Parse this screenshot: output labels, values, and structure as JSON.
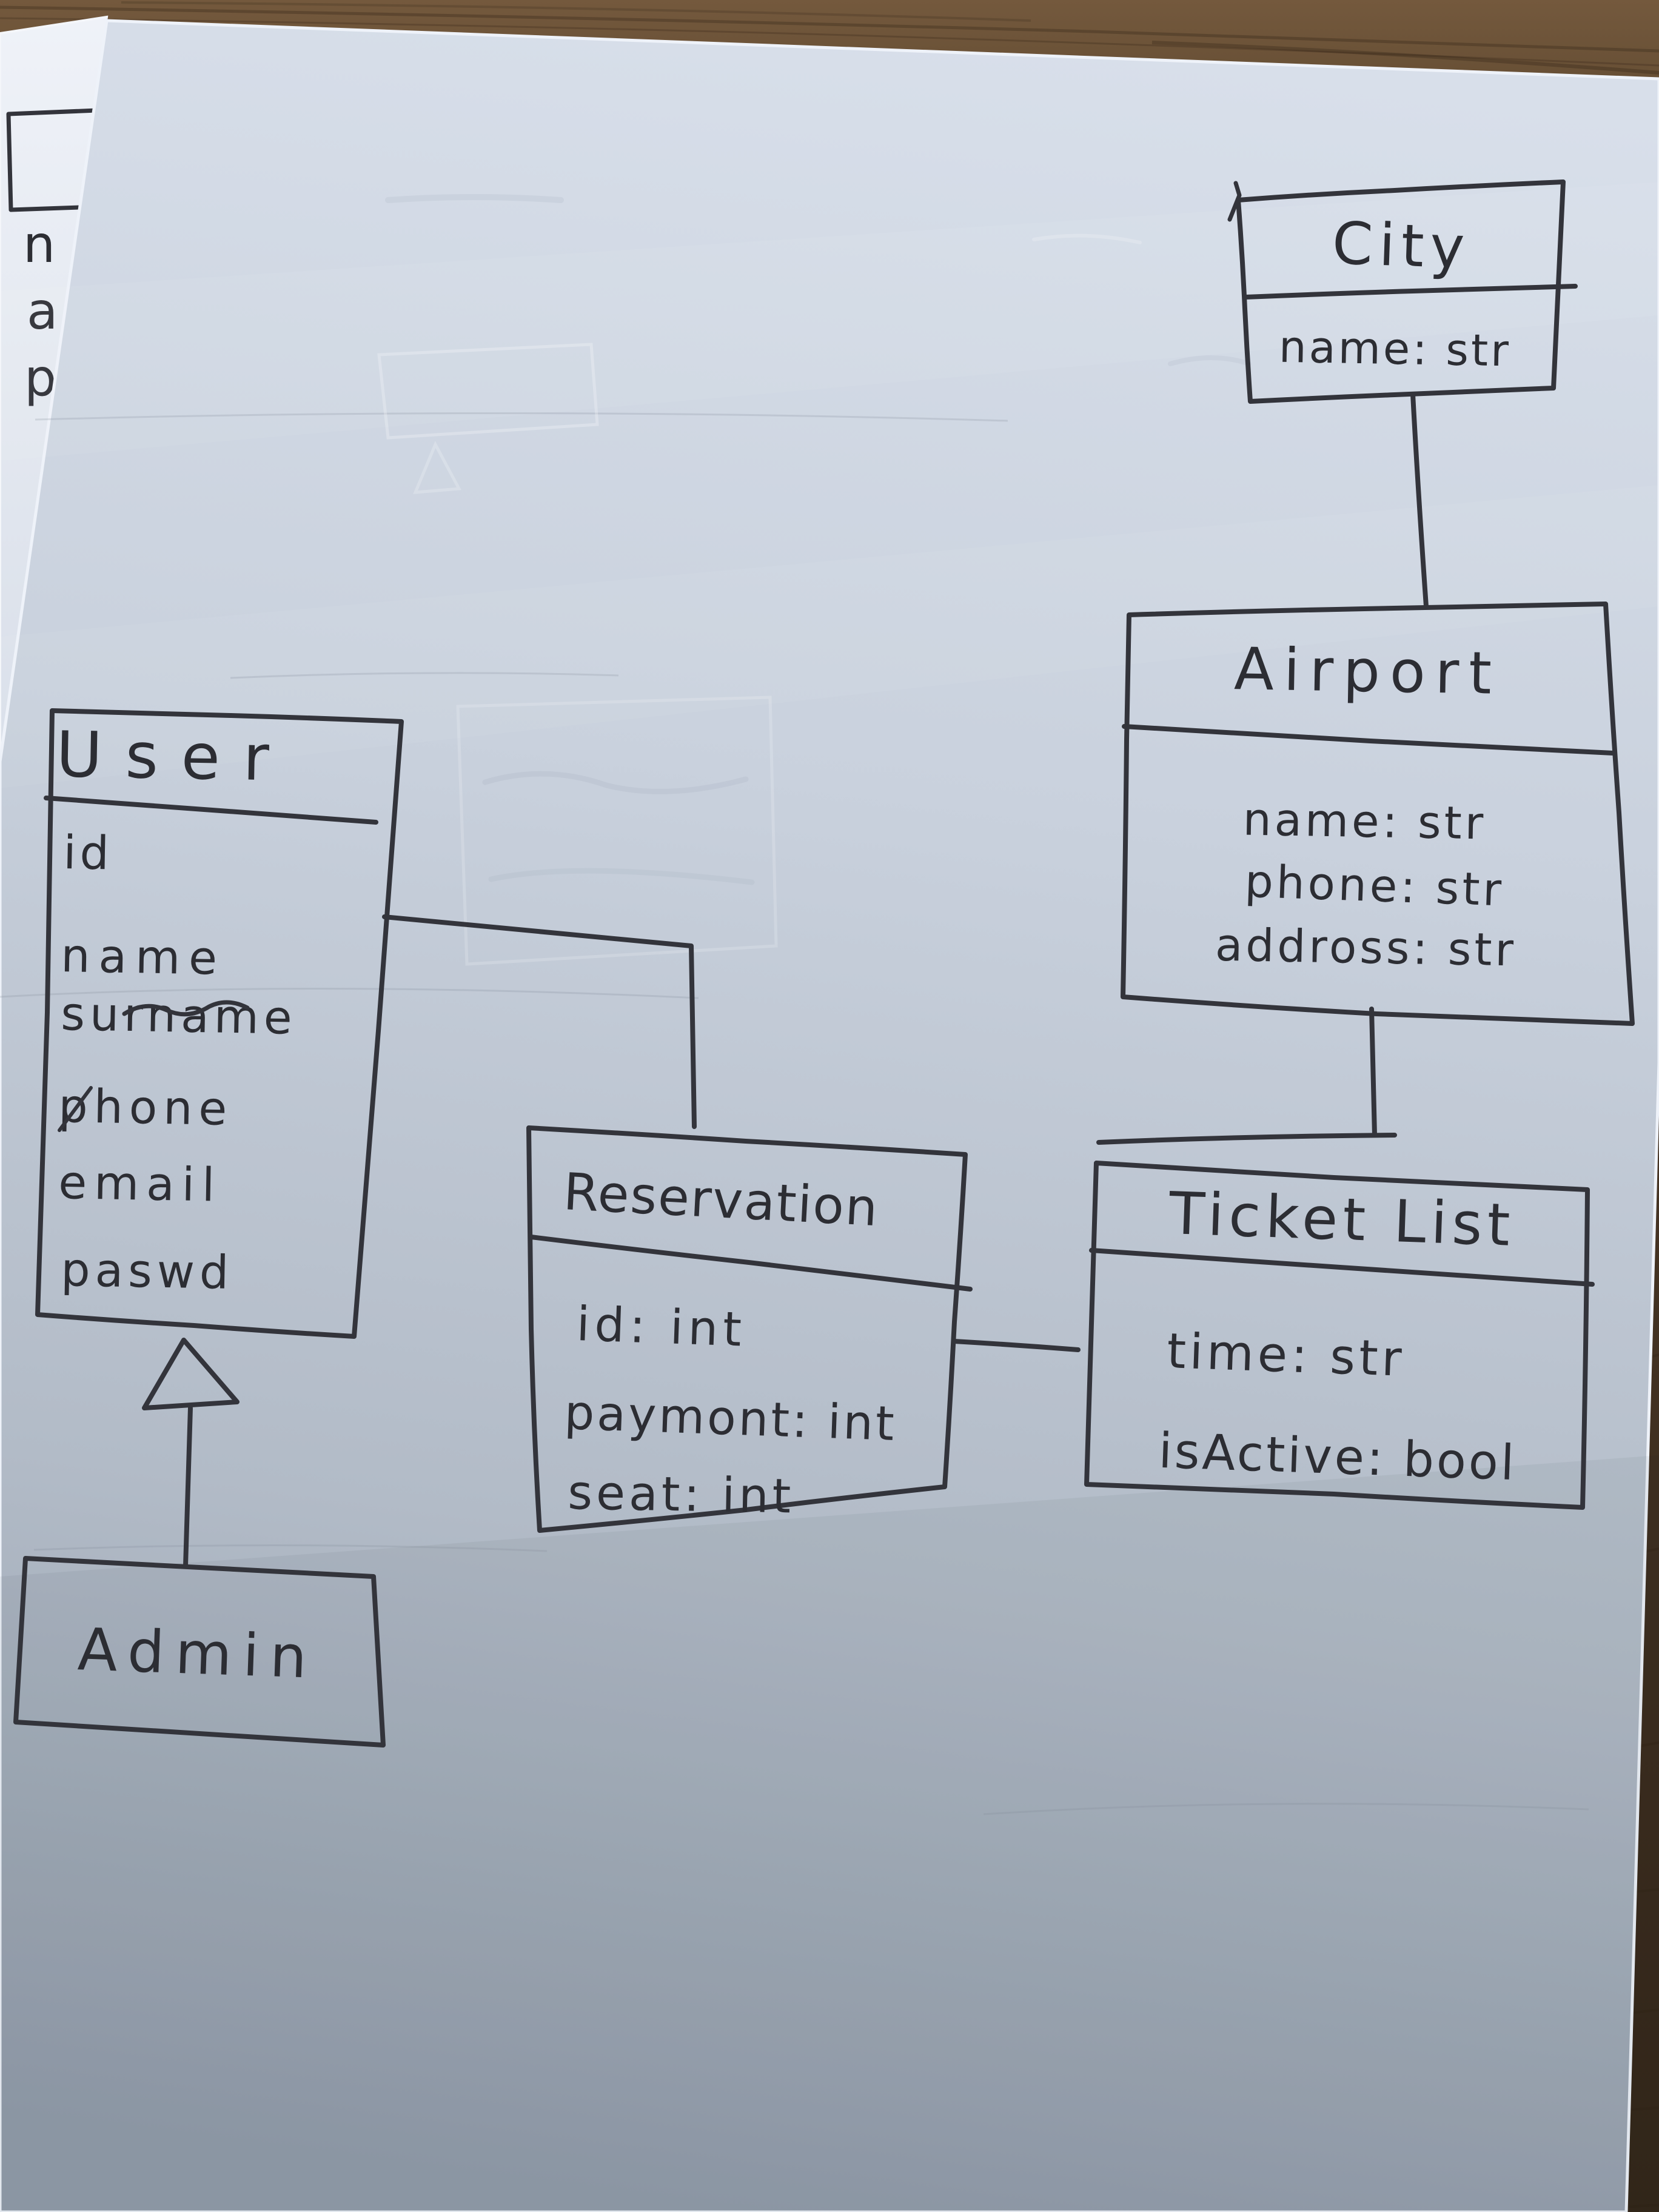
{
  "classes": [
    {
      "title": "City",
      "attributes": [
        "name: str"
      ]
    },
    {
      "title": "Airport",
      "attributes": [
        "name: str",
        "phone: str",
        "addross: str"
      ]
    },
    {
      "title": "User",
      "attributes": [
        "id",
        "name",
        "surname",
        "phone",
        "email",
        "paswd"
      ]
    },
    {
      "title": "Reservation",
      "attributes": [
        "id: int",
        "paymont: int",
        "seat: int"
      ]
    },
    {
      "title": "Ticket List",
      "attributes": [
        "time: str",
        "isActive: bool"
      ]
    },
    {
      "title": "Admin",
      "attributes": []
    }
  ],
  "relations": [
    {
      "from": "City",
      "to": "Airport",
      "type": "association"
    },
    {
      "from": "Airport",
      "to": "Ticket List",
      "type": "association"
    },
    {
      "from": "User",
      "to": "Reservation",
      "type": "association"
    },
    {
      "from": "Reservation",
      "to": "Ticket List",
      "type": "association"
    },
    {
      "from": "Admin",
      "to": "User",
      "type": "inheritance"
    }
  ],
  "background_sheet": {
    "partial_letters": [
      "n",
      "a",
      "p"
    ]
  },
  "colors": {
    "ink": "#33343b",
    "paper": "#c9d1dd",
    "paper_shadow": "#929caa",
    "paper_behind": "#eff2f8",
    "wood": "#5f4930",
    "wood_dark": "#332619"
  }
}
